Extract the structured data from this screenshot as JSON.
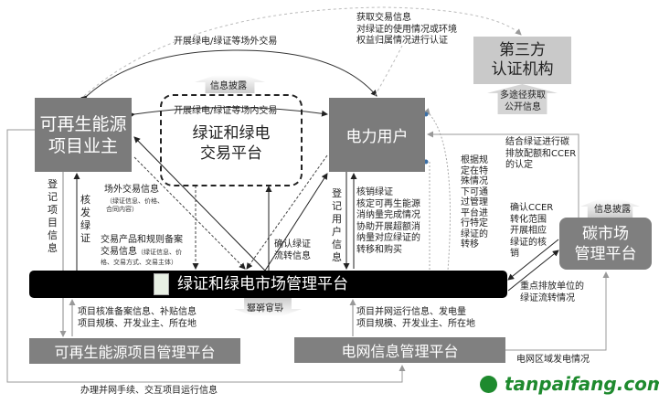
{
  "nodes": {
    "owner": "可再生能源\n项目业主",
    "trading_platform": "绿证和绿电\n交易平台",
    "user": "电力用户",
    "third_party": "第三方\n认证机构",
    "carbon": "碳市场\n管理平台",
    "market_platform": "绿证和绿电市场管理平台",
    "project_platform": "可再生能源项目管理平台",
    "grid_platform": "电网信息管理平台"
  },
  "labels": {
    "offsite_trade": "开展绿电/绿证等场外交易",
    "onsite_trade": "开展绿电/绿证等场内交易",
    "disclosure_top": "信息披露",
    "disclosure_bottom": "信息披露",
    "disclosure_carbon": "信息披露",
    "public_info": "多途径获取\n公开信息",
    "certify": "获取交易信息\n对绿证的使用情况或环境\n权益归属情况进行认证",
    "register_project": "登记项目信息",
    "issue_cert": "核发绿证",
    "offsite_info": "场外交易信息",
    "offsite_info_detail": "（绿证信息、价格、\n合同内容）",
    "product_filing": "交易产品和规则备案",
    "trade_info": "交易信息",
    "trade_info_detail1": "（绿证信息、价",
    "trade_info_detail2": "格、交易方式、交易主体）",
    "confirm_flow": "确认绿证\n流转信息",
    "register_user": "登记用户信息",
    "writeoff": "核销绿证\n核定可再生能源\n消纳量完成情况\n协助开展超额消\n纳量对应绿证的\n转移和购买",
    "special_transfer": "根据规\n定在特\n殊情况\n下可通\n过管理\n平台进\n行特定\n绿证的\n转移",
    "carbon_quota": "结合绿证进行碳\n排放配额和CCER\n的认定",
    "ccer": "确认CCER\n转化范围\n开展相应\n绿证的核\n销",
    "key_emitters": "重点排放单位的\n绿证流转情况",
    "project_info": "项目核准备案信息、补贴信息\n项目规模、开发业主、所在地",
    "grid_info": "项目并网运行信息、发电量\n项目规模、开发业主、所在地",
    "grid_region": "电网区域发电情况",
    "grid_connect": "办理并网手续、交互项目运行信息"
  },
  "watermark": "tanpaifang.com",
  "colors": {
    "dark_box": "#7b7b7b",
    "light_box": "#c9c9c9",
    "bar": "#000000",
    "logo": "#1e8a2e"
  }
}
